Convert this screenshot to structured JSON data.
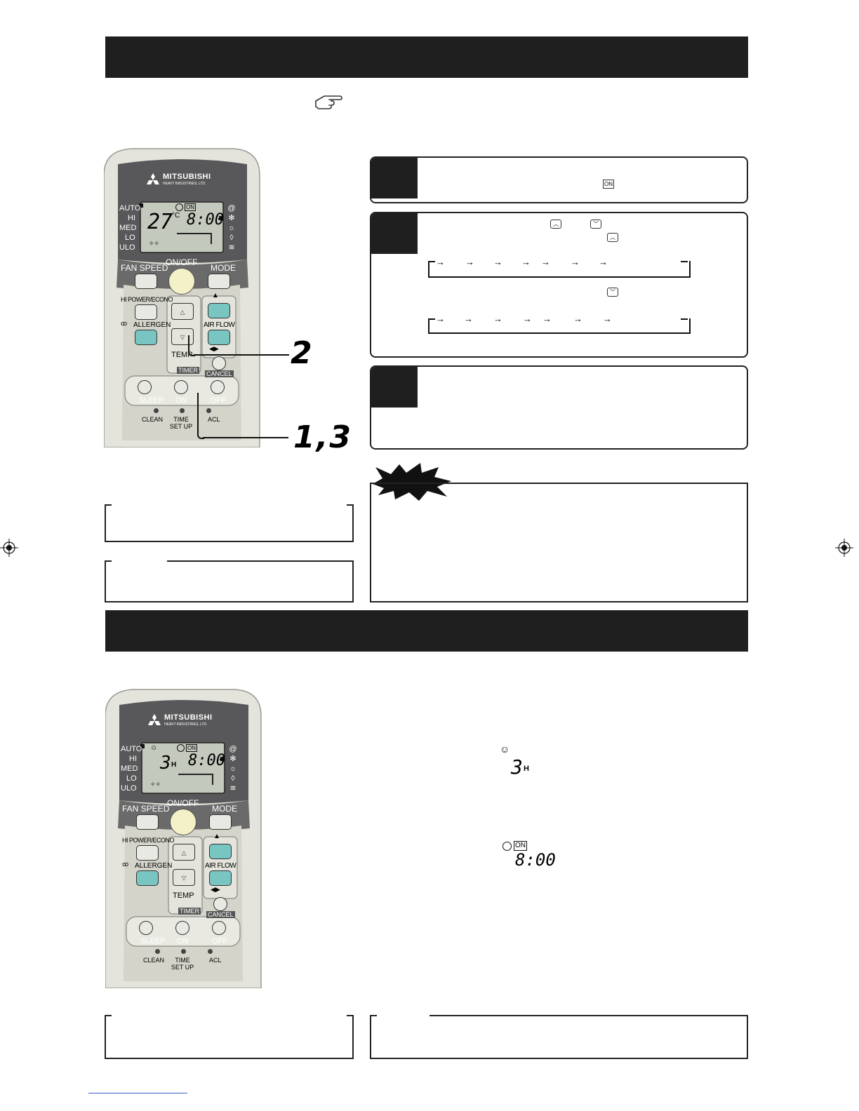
{
  "remote": {
    "brand": "MITSUBISHI",
    "brand_sub": "HEAVY INDUSTRIES, LTD.",
    "fan_levels": [
      "AUTO",
      "HI",
      "MED",
      "LO",
      "ULO"
    ],
    "buttons": {
      "fan_speed": "FAN SPEED",
      "on_off": "ON/OFF",
      "mode": "MODE",
      "hi_power": "HI POWER/ECONO",
      "allergen": "ALLERGEN",
      "air_flow": "AIR FLOW",
      "temp": "TEMP",
      "timer": "TIMER",
      "cancel": "CANCEL",
      "sleep": "SLEEP",
      "on": "ON",
      "off": "OFF",
      "clean": "CLEAN",
      "time_set_up": "TIME SET UP",
      "acl": "ACL"
    }
  },
  "remote_top": {
    "lcd_left": "27",
    "lcd_unit": "°C",
    "lcd_on": "ON",
    "lcd_time": "8:00"
  },
  "remote_bottom": {
    "lcd_left": "3",
    "lcd_unit": "H",
    "lcd_on": "ON",
    "lcd_time": "8:00"
  },
  "callouts": {
    "step2": "2",
    "step13": "1,3"
  },
  "steps": {
    "step1_icon": "ON"
  },
  "display_examples": {
    "sleep_hours": "3",
    "sleep_unit": "H",
    "on_badge": "ON",
    "on_time": "8:00"
  },
  "icons": {
    "pointer": "pointing-hand-icon",
    "up": "chevron-up-icon",
    "down": "chevron-down-icon",
    "timer": "clock-icon",
    "sleep": "sleep-face-icon"
  },
  "colors": {
    "header_bar": "#1f1f1f",
    "remote_body": "#e3e3dc",
    "remote_top": "#555555",
    "lcd": "#c2c8bc",
    "teal_button": "#79c5c2",
    "power_button": "#f4f0c8"
  }
}
